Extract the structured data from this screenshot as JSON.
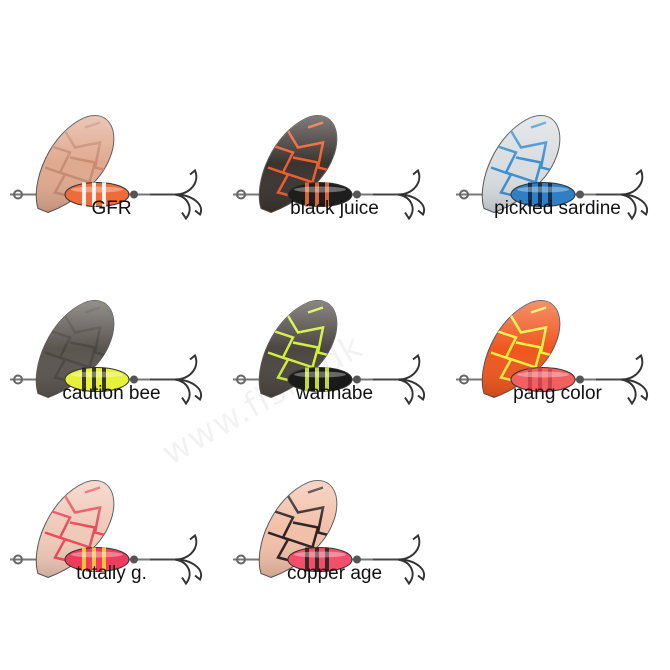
{
  "watermark": "www.fiskr.dk",
  "products": [
    {
      "name": "GFR",
      "blade": "#e0a98f",
      "pattern": "#c78b70",
      "body": "#f06b3a",
      "band": "#ffffff"
    },
    {
      "name": "black juice",
      "blade": "#3a3430",
      "pattern": "#f05a2a",
      "body": "#1e1e1e",
      "band": "#f06b3a"
    },
    {
      "name": "pickled sardine",
      "blade": "#d9dde0",
      "pattern": "#3a8fd0",
      "body": "#2f7fc4",
      "band": "#0e2a4a"
    },
    {
      "name": "caution bee",
      "blade": "#5a554f",
      "pattern": "#4a4540",
      "body": "#e6f23a",
      "band": "#222222"
    },
    {
      "name": "wannabe",
      "blade": "#4b4641",
      "pattern": "#d2f038",
      "body": "#1a1a1a",
      "band": "#d2f038"
    },
    {
      "name": "pang color",
      "blade": "#f0561e",
      "pattern": "#e8f23c",
      "body": "#f06060",
      "band": "#c8404a"
    },
    {
      "name": "totally g.",
      "blade": "#f0c9b8",
      "pattern": "#ea4a5a",
      "body": "#ef3c5c",
      "band": "#f2d43a"
    },
    {
      "name": "copper age",
      "blade": "#f2c0a8",
      "pattern": "#2a2020",
      "body": "#f2506a",
      "band": "#2a2020"
    }
  ]
}
